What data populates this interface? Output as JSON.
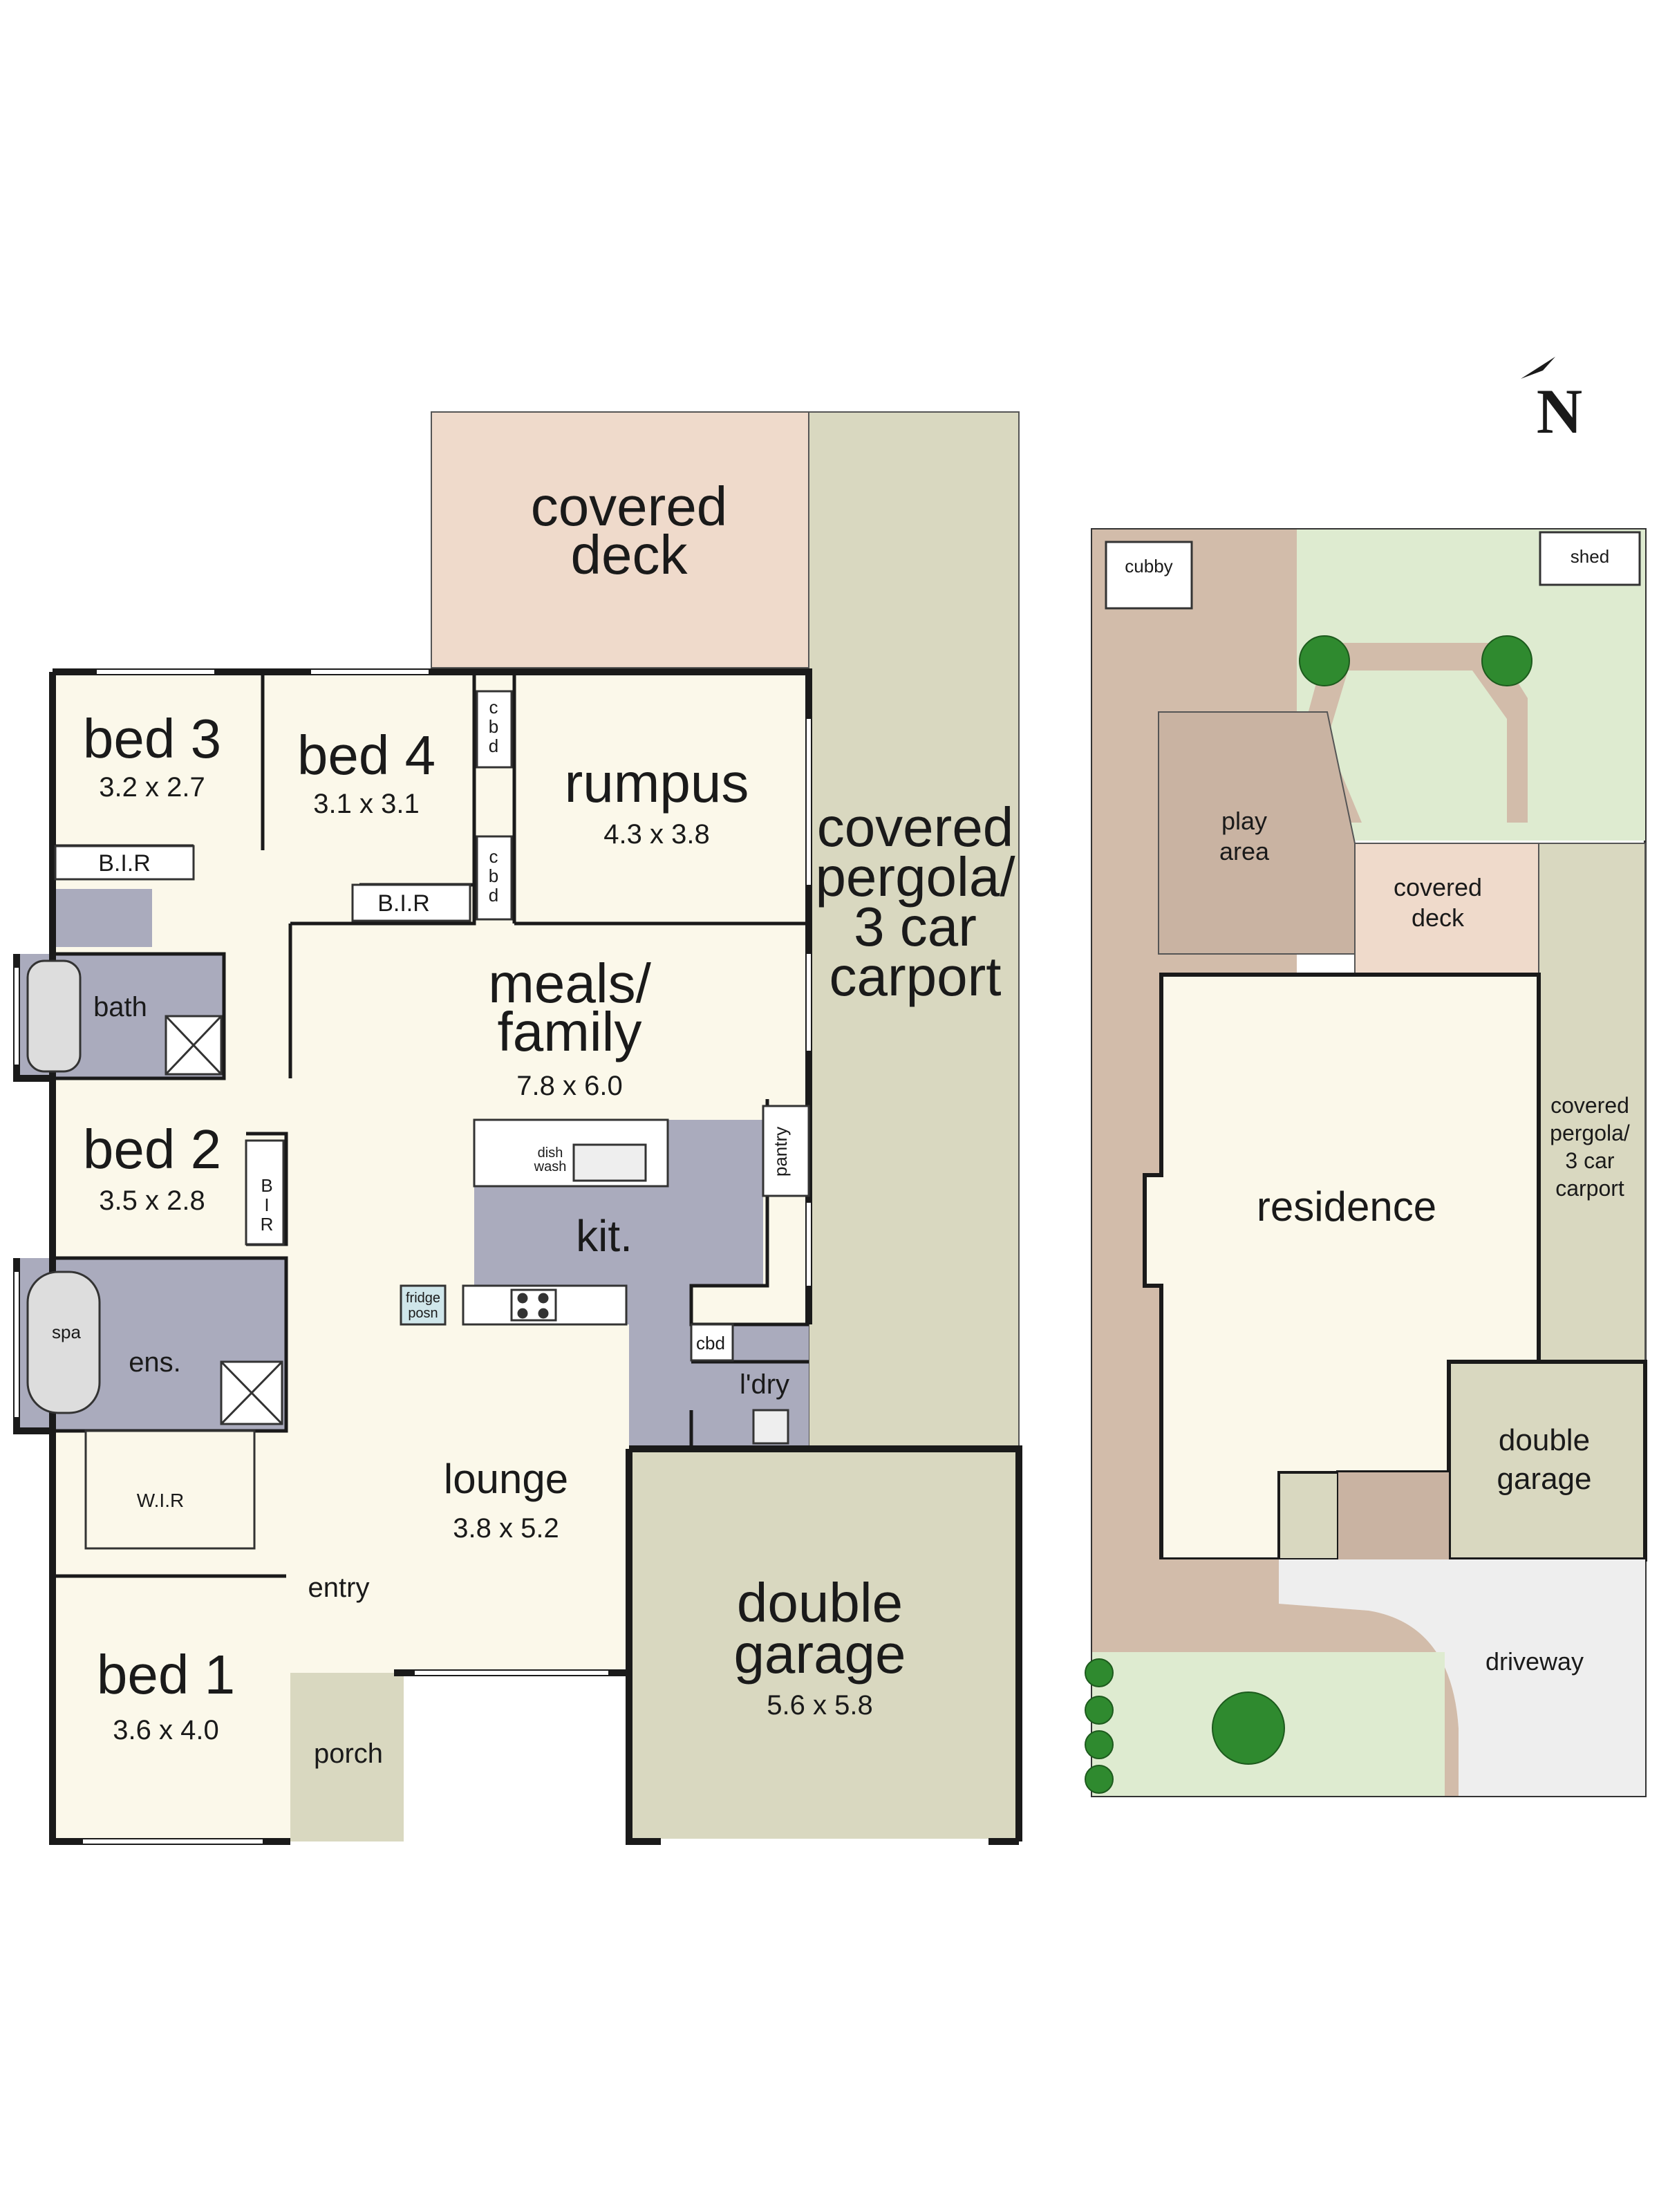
{
  "compass": {
    "label": "N"
  },
  "floor_plan": {
    "covered_deck": [
      "covered",
      "deck"
    ],
    "carport": [
      "covered",
      "pergola/",
      "3 car",
      "carport"
    ],
    "bed3": {
      "name": "bed 3",
      "dims": "3.2 x 2.7",
      "bir": "B.I.R"
    },
    "bed4": {
      "name": "bed 4",
      "dims": "3.1 x 3.1",
      "bir": "B.I.R"
    },
    "cbd_vertical": [
      "c",
      "b",
      "d"
    ],
    "rumpus": {
      "name": "rumpus",
      "dims": "4.3 x 3.8"
    },
    "meals": {
      "name": [
        "meals/",
        "family"
      ],
      "dims": "7.8 x 6.0"
    },
    "bath": {
      "name": "bath"
    },
    "bed2": {
      "name": "bed 2",
      "dims": "3.5 x 2.8",
      "bir": [
        "B",
        "I",
        "R"
      ]
    },
    "kitchen": {
      "name": "kit.",
      "dishwash": [
        "dish",
        "wash"
      ],
      "pantry": "pantry",
      "fridge": [
        "fridge",
        "posn"
      ]
    },
    "ens": {
      "name": "ens.",
      "spa": "spa"
    },
    "wir": {
      "name": "W.I.R"
    },
    "lounge": {
      "name": "lounge",
      "dims": "3.8 x 5.2"
    },
    "laundry": {
      "name": "l'dry",
      "cbd": "cbd"
    },
    "entry": {
      "name": "entry"
    },
    "bed1": {
      "name": "bed 1",
      "dims": "3.6 x 4.0"
    },
    "porch": {
      "name": "porch"
    },
    "garage": {
      "name": [
        "double",
        "garage"
      ],
      "dims": "5.6 x 5.8"
    }
  },
  "site_plan": {
    "cubby": "cubby",
    "shed": "shed",
    "play_area": [
      "play",
      "area"
    ],
    "covered_deck": [
      "covered",
      "deck"
    ],
    "carport": [
      "covered",
      "pergola/",
      "3 car",
      "carport"
    ],
    "residence": "residence",
    "garage": [
      "double",
      "garage"
    ],
    "driveway": "driveway"
  },
  "colors": {
    "wall": "#1a1a1a",
    "floor": "#fbf8ea",
    "wet_area": "#aaabbd",
    "deck": "#efdacb",
    "carport": "#d9d8c0",
    "lawn": "#deebd0",
    "paving": "#d2bcaa",
    "driveway": "#eeeeee",
    "plant": "#2f8a2f"
  }
}
